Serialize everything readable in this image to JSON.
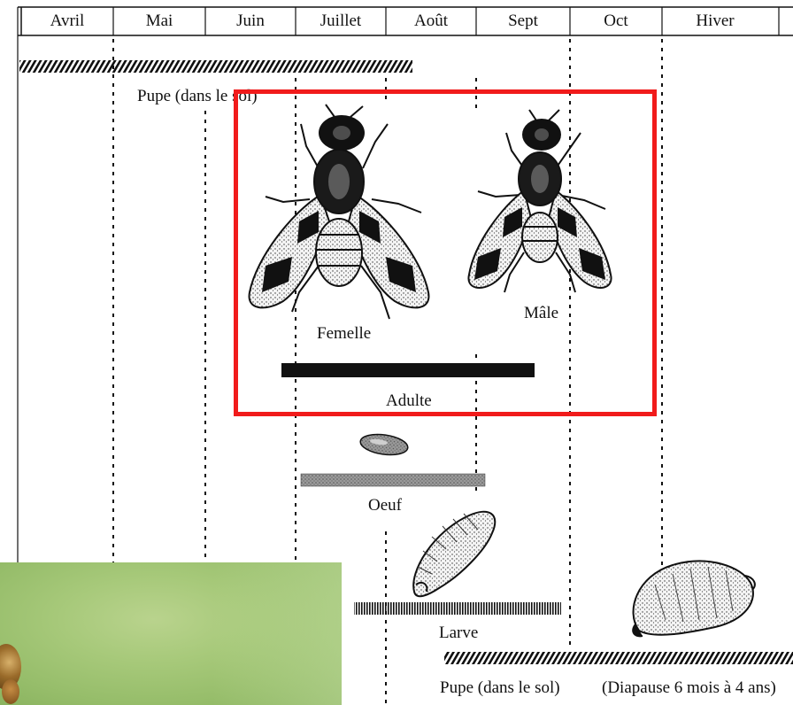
{
  "months": [
    "Avril",
    "Mai",
    "Juin",
    "Juillet",
    "Août",
    "Sept",
    "Oct",
    "Hiver"
  ],
  "labels": {
    "pupe_top": "Pupe (dans le sol)",
    "femelle": "Femelle",
    "male": "Mâle",
    "adulte": "Adulte",
    "oeuf": "Oeuf",
    "larve": "Larve",
    "pupe_bottom": "Pupe (dans le sol)",
    "diapause": "(Diapause 6 mois à 4 ans)"
  },
  "colors": {
    "highlight": "#f11b1b",
    "ink": "#111111",
    "photo_green": "#a7c97a"
  }
}
